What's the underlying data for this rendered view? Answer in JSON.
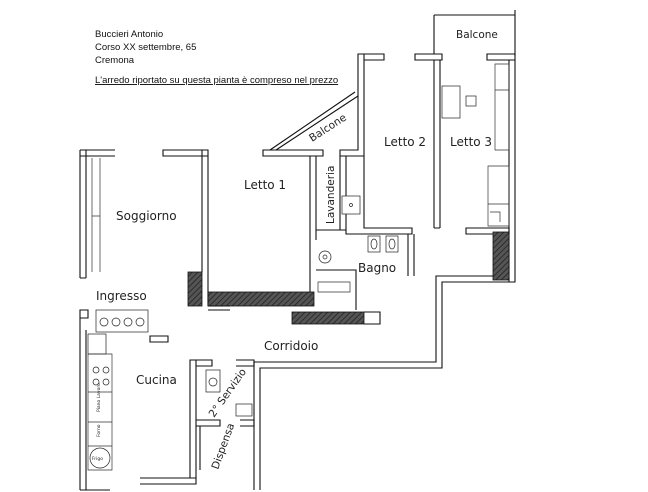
{
  "header": {
    "owner": "Buccieri Antonio",
    "address": "Corso XX settembre, 65",
    "city": "Cremona",
    "note": "L'arredo riportato su questa pianta è compreso nel prezzo"
  },
  "rooms": {
    "balcone_top": "Balcone",
    "balcone_diag": "Balcone",
    "letto1": "Letto 1",
    "letto2": "Letto 2",
    "letto3": "Letto 3",
    "lavanderia": "Lavanderia",
    "soggiorno": "Soggiorno",
    "bagno": "Bagno",
    "ingresso": "Ingresso",
    "corridoio": "Corridoio",
    "cucina": "Cucina",
    "secondo_servizio": "2° Servizio",
    "dispensa": "Dispensa"
  },
  "fixtures": {
    "piano_lavoro": "Piano Lavoro",
    "forno": "Forno",
    "frigo": "Frigo"
  }
}
